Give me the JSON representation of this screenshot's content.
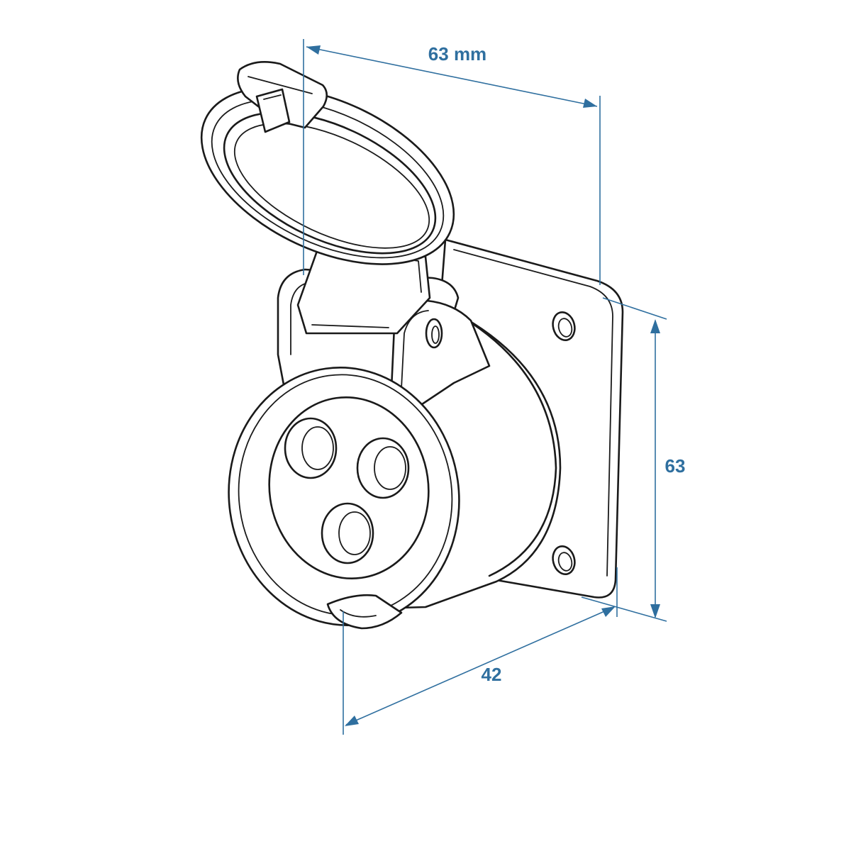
{
  "colors": {
    "dimension": "#2f6f9f",
    "outline": "#1a1a1a",
    "background": "#ffffff"
  },
  "dimensions": {
    "width_label": "63 mm",
    "height_label": "63",
    "depth_label": "42"
  }
}
